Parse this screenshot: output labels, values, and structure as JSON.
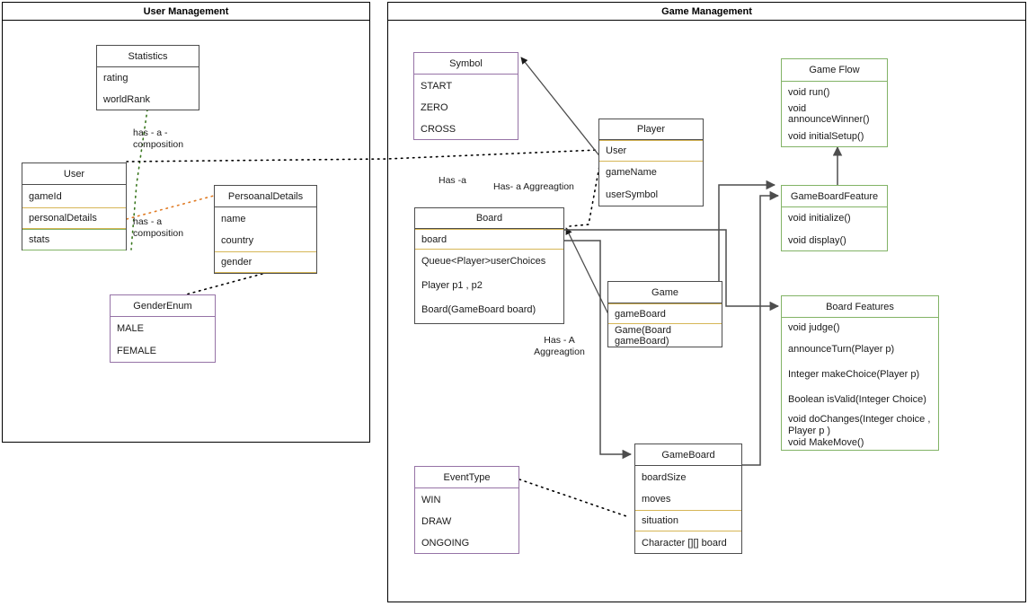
{
  "packages": [
    {
      "title": "User Management"
    },
    {
      "title": "Game Management"
    }
  ],
  "classes": {
    "statistics": {
      "name": "Statistics",
      "rows": [
        "rating",
        "worldRank"
      ]
    },
    "user": {
      "name": "User",
      "rows": [
        "gameId",
        "personalDetails",
        "stats"
      ]
    },
    "personal_details": {
      "name": "PersoanalDetails",
      "rows": [
        "name",
        "country",
        "gender"
      ]
    },
    "gender_enum": {
      "name": "GenderEnum",
      "rows": [
        "MALE",
        "FEMALE"
      ]
    },
    "symbol": {
      "name": "Symbol",
      "rows": [
        "START",
        "ZERO",
        "CROSS"
      ]
    },
    "player": {
      "name": "Player",
      "rows": [
        "User",
        "gameName",
        "userSymbol"
      ]
    },
    "board": {
      "name": "Board",
      "rows": [
        "board",
        "Queue<Player>userChoices",
        "Player p1 , p2",
        "Board(GameBoard board)"
      ]
    },
    "game": {
      "name": "Game",
      "rows": [
        "gameBoard",
        "Game(Board gameBoard)"
      ]
    },
    "game_board": {
      "name": "GameBoard",
      "rows": [
        "boardSize",
        "moves",
        "situation",
        "Character [][] board"
      ]
    },
    "event_type": {
      "name": "EventType",
      "rows": [
        "WIN",
        "DRAW",
        "ONGOING"
      ]
    },
    "game_flow": {
      "name": "Game Flow",
      "rows": [
        "void run()",
        "void announceWinner()",
        "void initialSetup()"
      ]
    },
    "game_board_feature": {
      "name": "GameBoardFeature",
      "rows": [
        "void initialize()",
        "void display()"
      ]
    },
    "board_features": {
      "name": "Board Features",
      "rows": [
        "void judge()",
        "announceTurn(Player p)",
        "Integer makeChoice(Player p)",
        "Boolean isValid(Integer Choice)",
        "void doChanges(Integer choice ,\nPlayer p )",
        "void MakeMove()"
      ]
    }
  },
  "edge_labels": {
    "statistics_user": "has - a -\ncomposition",
    "user_personal": "has - a\ncomposition",
    "symbol_has_a": "Has -a",
    "has_a_aggregation": "Has-  a  Aggreagtion",
    "board_aggregation": "Has - A\nAggreagtion"
  },
  "colors": {
    "purple_fill": "#e1d5e7",
    "purple_stroke": "#9673a6",
    "green_fill": "#d5e8d4",
    "green_stroke": "#82b366",
    "yellow_fill": "#fff2cc",
    "yellow_stroke": "#d6b656",
    "line": "#4d4d4d",
    "composition_green": "#38761d",
    "composition_orange": "#e07b24",
    "dependency_black": "#000000"
  }
}
